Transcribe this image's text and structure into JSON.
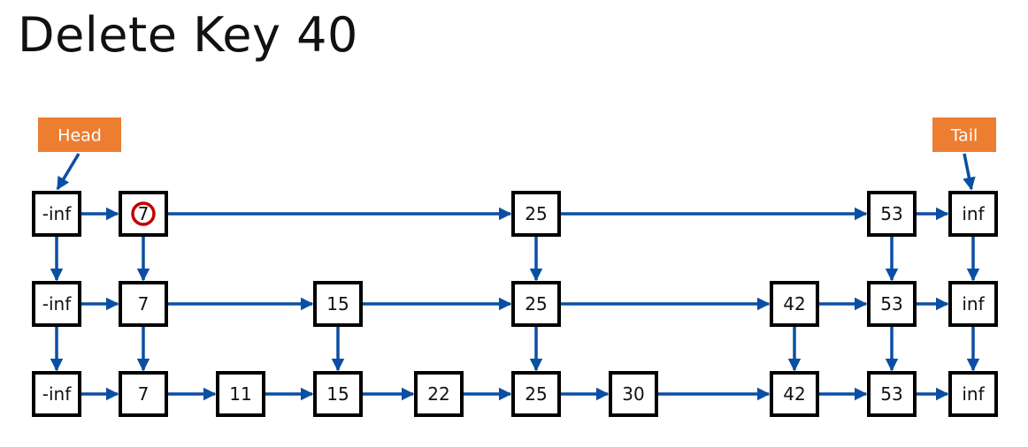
{
  "title": "Delete Key 40",
  "colors": {
    "arrow": "#0a4fa3",
    "label_bg": "#ed7d31",
    "highlight": "#c00000"
  },
  "labels": {
    "head": "Head",
    "tail": "Tail"
  },
  "levels": [
    [
      "-inf",
      "7",
      "25",
      "53",
      "inf"
    ],
    [
      "-inf",
      "7",
      "15",
      "25",
      "42",
      "53",
      "inf"
    ],
    [
      "-inf",
      "7",
      "11",
      "15",
      "22",
      "25",
      "30",
      "42",
      "53",
      "inf"
    ]
  ],
  "highlighted": {
    "level": 0,
    "index": 1,
    "key": "7"
  }
}
